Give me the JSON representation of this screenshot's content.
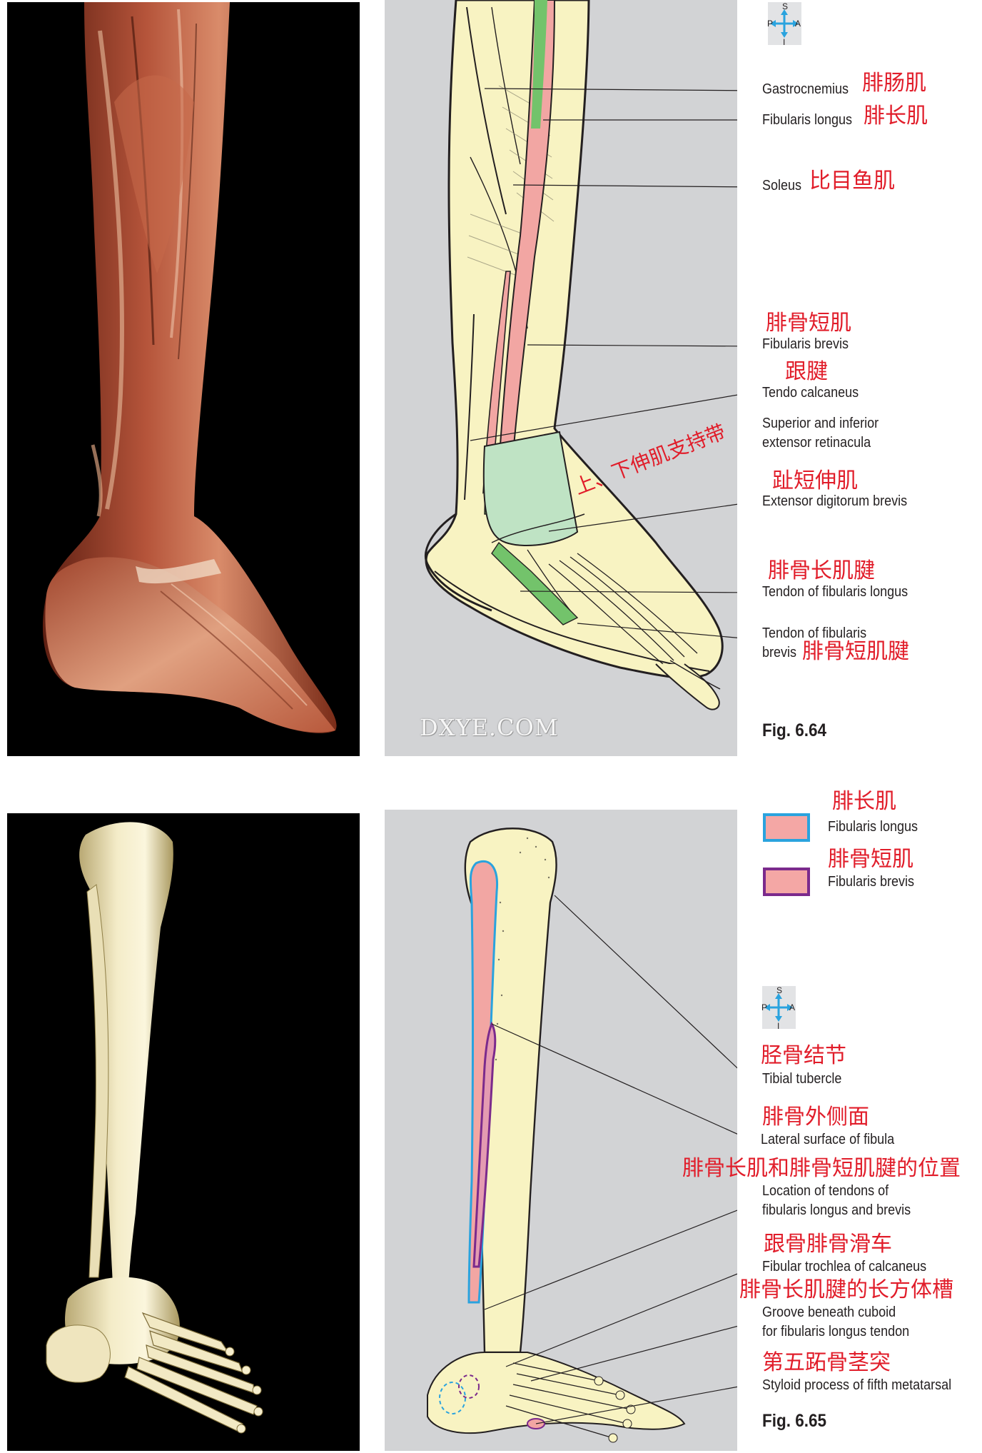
{
  "fig_664": {
    "figure_label": "Fig. 6.64",
    "watermark": "DXYE.COM",
    "compass": {
      "s": "S",
      "p": "P",
      "a": "A",
      "i": "I"
    },
    "labels": {
      "gastrocnemius_en": "Gastrocnemius",
      "gastrocnemius_zh": "腓肠肌",
      "fibularis_longus_en": "Fibularis longus",
      "fibularis_longus_zh": "腓长肌",
      "soleus_en": "Soleus",
      "soleus_zh": "比目鱼肌",
      "fibularis_brevis_zh": "腓骨短肌",
      "fibularis_brevis_en": "Fibularis brevis",
      "tendo_calcaneus_zh": "跟腱",
      "tendo_calcaneus_en": "Tendo calcaneus",
      "retinacula_en_1": "Superior and inferior",
      "retinacula_en_2": "extensor retinacula",
      "retinacula_zh": "上、下伸肌支持带",
      "ext_digitorum_brevis_zh": "趾短伸肌",
      "ext_digitorum_brevis_en": "Extensor digitorum brevis",
      "tendon_fib_longus_zh": "腓骨长肌腱",
      "tendon_fib_longus_en": "Tendon of fibularis longus",
      "tendon_fib_brevis_en_1": "Tendon of fibularis",
      "tendon_fib_brevis_en_2": "brevis",
      "tendon_fib_brevis_zh": "腓骨短肌腱"
    }
  },
  "fig_665": {
    "figure_label": "Fig. 6.65",
    "compass": {
      "s": "S",
      "p": "P",
      "a": "A",
      "i": "I"
    },
    "legend": [
      {
        "zh": "腓长肌",
        "en": "Fibularis longus",
        "border_color": "#2aa3de"
      },
      {
        "zh": "腓骨短肌",
        "en": "Fibularis brevis",
        "border_color": "#7b2a8c"
      }
    ],
    "labels": {
      "tibial_tubercle_zh": "胫骨结节",
      "tibial_tubercle_en": "Tibial tubercle",
      "lateral_surface_zh": "腓骨外侧面",
      "lateral_surface_en": "Lateral surface of fibula",
      "location_tendons_zh": "腓骨长肌和腓骨短肌腱的位置",
      "location_tendons_en_1": "Location of tendons of",
      "location_tendons_en_2": "fibularis longus and brevis",
      "fibular_trochlea_zh": "跟骨腓骨滑车",
      "fibular_trochlea_en": "Fibular trochlea of calcaneus",
      "groove_cuboid_zh": "腓骨长肌腱的长方体槽",
      "groove_cuboid_en_1": "Groove beneath cuboid",
      "groove_cuboid_en_2": "for fibularis longus tendon",
      "styloid_zh": "第五跖骨茎突",
      "styloid_en": "Styloid process of fifth metatarsal"
    }
  },
  "colors": {
    "chinese_label": "#e11d2a",
    "english_label": "#231f20",
    "panel_grey": "#d2d3d5",
    "drawing_cream": "#f8f3c2",
    "muscle_pink": "#f2a6a3",
    "tendon_green": "#73c36b",
    "retinaculum_green": "#bfe3c4",
    "compass_blue": "#2aa3de"
  }
}
